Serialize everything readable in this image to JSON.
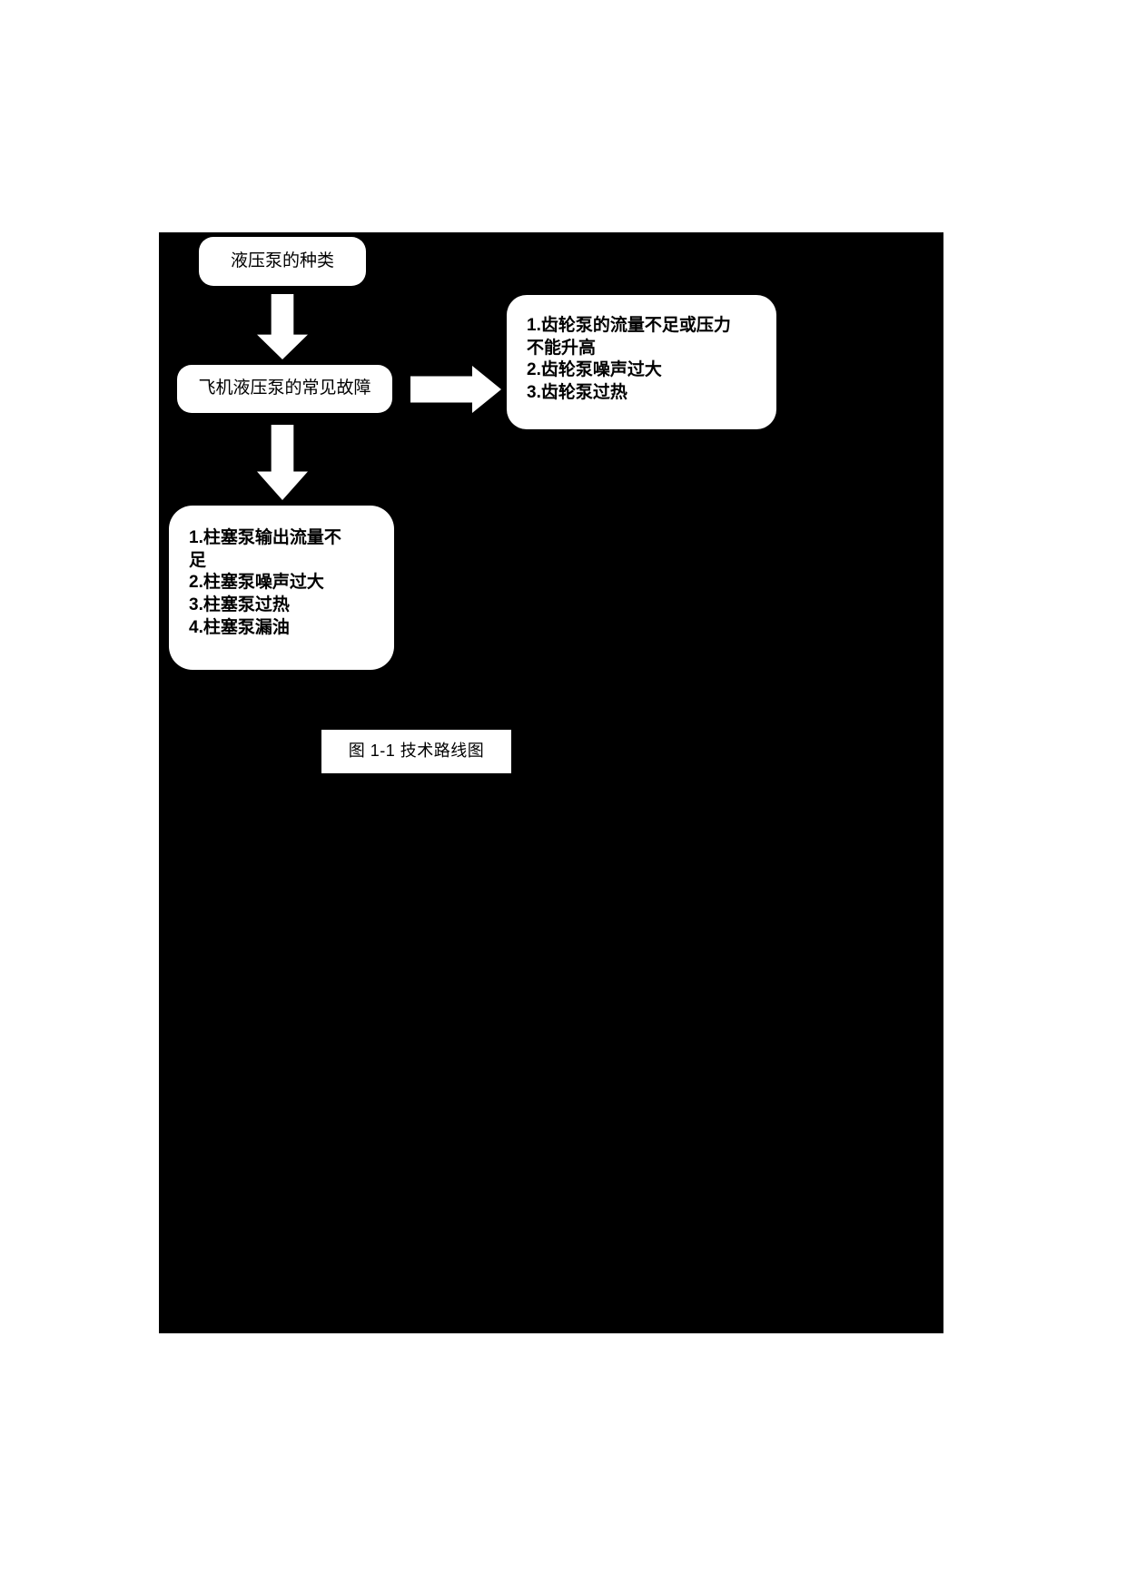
{
  "figure": {
    "caption": "图  1-1  技术路线图",
    "background_color": "#000000",
    "node_fill_color": "#ffffff",
    "text_color": "#000000",
    "nodes": {
      "pump_types": {
        "label": "液压泵的种类"
      },
      "common_faults": {
        "label": "飞机液压泵的常见故障"
      },
      "gear_pump_faults": {
        "label": "1.齿轮泵的流量不足或压力\n不能升高\n2.齿轮泵噪声过大\n3.齿轮泵过热",
        "items": [
          "1.齿轮泵的流量不足或压力不能升高",
          "2.齿轮泵噪声过大",
          "3.齿轮泵过热"
        ]
      },
      "piston_pump_faults": {
        "label": "1.柱塞泵输出流量不\n足\n2.柱塞泵噪声过大\n3.柱塞泵过热\n4.柱塞泵漏油",
        "items": [
          "1.柱塞泵输出流量不足",
          "2.柱塞泵噪声过大",
          "3.柱塞泵过热",
          "4.柱塞泵漏油"
        ]
      }
    },
    "arrows": [
      {
        "name": "液压泵的种类 → 飞机液压泵的常见故障",
        "direction": "down"
      },
      {
        "name": "飞机液压泵的常见故障 → 柱塞泵故障列表",
        "direction": "down"
      },
      {
        "name": "飞机液压泵的常见故障 → 齿轮泵故障列表",
        "direction": "right"
      }
    ]
  }
}
